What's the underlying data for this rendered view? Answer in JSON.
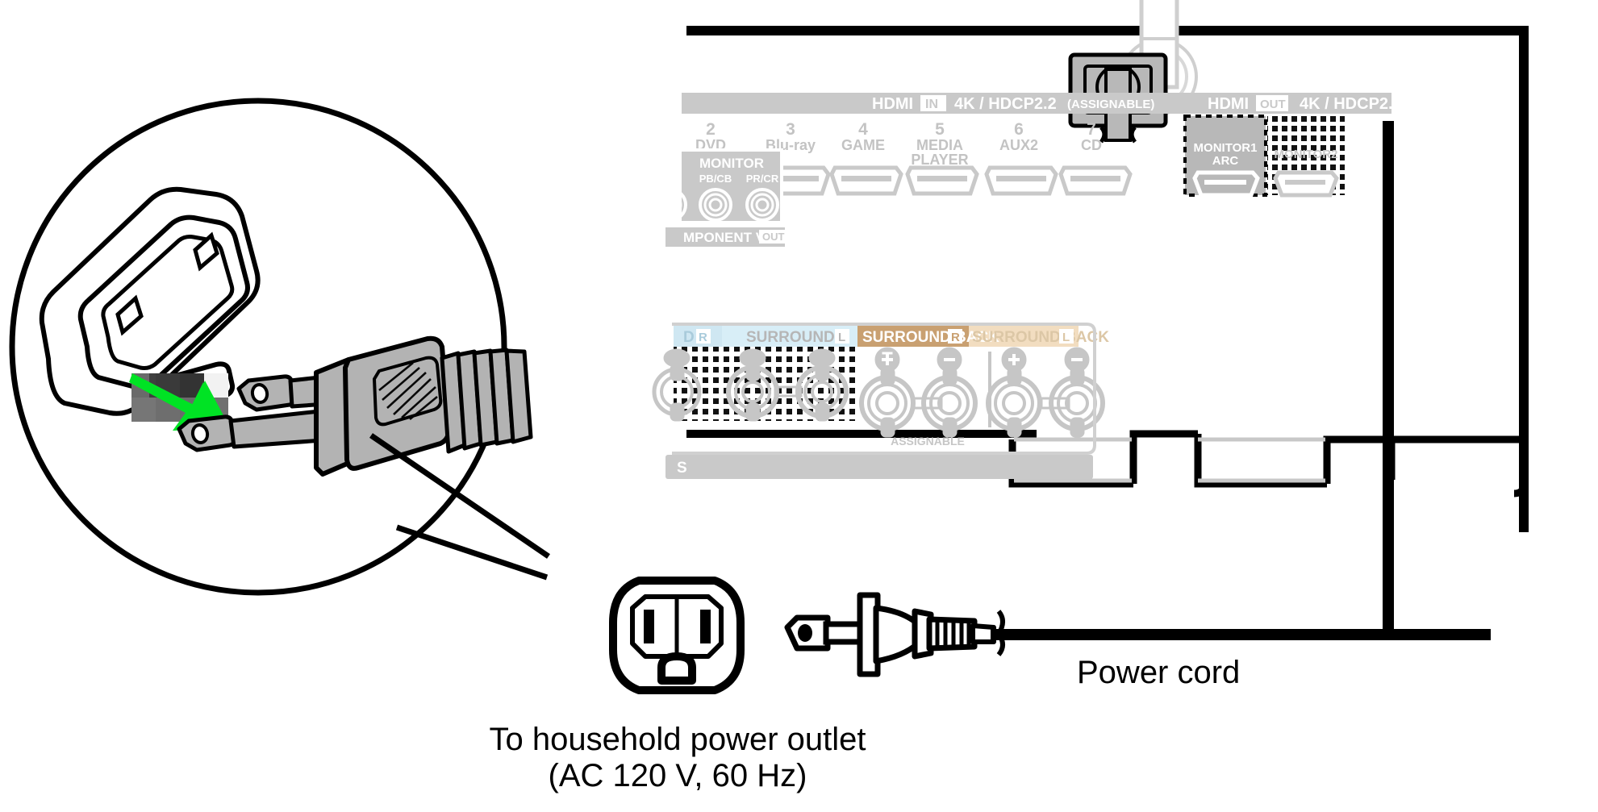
{
  "document": {
    "kind": "appliance-connection-diagram",
    "subject": "AV receiver rear panel power cord connection"
  },
  "captions": {
    "outlet_line1": "To household power outlet",
    "outlet_line2": "(AC 120 V, 60 Hz)",
    "power_cord": "Power cord"
  },
  "colors": {
    "panel_gray": "#c9c9c9",
    "label_gray": "#bdbdbd",
    "text_gray": "#c3c3c3",
    "white": "#ffffff",
    "black": "#000000",
    "plug_gray": "#b3b3b3",
    "arrow_green": "#00e324",
    "surround_blue": "#cfe7f2",
    "surround_back_tan": "#c9a071",
    "surround_back_light_tan": "#f2ddc0",
    "outline_gray": "#b0b0b0"
  },
  "rear_panel": {
    "hdmi_in": {
      "header": {
        "title": "HDMI",
        "badge": "IN",
        "spec": "4K / HDCP2.2",
        "note": "(ASSIGNABLE)"
      },
      "ports": [
        {
          "number": "2",
          "label": "DVD"
        },
        {
          "number": "3",
          "label": "Blu-ray"
        },
        {
          "number": "4",
          "label": "GAME"
        },
        {
          "number": "5",
          "label": "MEDIA PLAYER"
        },
        {
          "number": "6",
          "label": "AUX2"
        },
        {
          "number": "7",
          "label": "CD"
        }
      ]
    },
    "hdmi_out": {
      "header": {
        "title": "HDMI",
        "badge": "OUT",
        "spec": "4K / HDCP2.2"
      },
      "ports": [
        {
          "label": "MONITOR1 ARC",
          "style": "solid"
        },
        {
          "label": "MONITOR2",
          "style": "dotted"
        }
      ]
    },
    "component_video": {
      "group_label": "MONITOR",
      "jacks": [
        {
          "label": "PB/CB"
        },
        {
          "label": "PR/CR"
        }
      ],
      "footer": {
        "text": "MPONENT VIDEO",
        "badge": "OUT"
      }
    },
    "speakers": {
      "footer_label": "S",
      "assignable_note": "ASSIGNABLE",
      "groups": [
        {
          "label": "D",
          "channel": "R",
          "bg": "#cfe7f2",
          "fg": "#9fbfcf",
          "style": "dotted",
          "clipped": true
        },
        {
          "label": "SURROUND",
          "channel": "L",
          "bg": "#cfe7f2",
          "fg": "#b6b6b6",
          "style": "dotted"
        },
        {
          "label": "SURROUND BACK",
          "channel": "R",
          "bg": "#c9a071",
          "fg": "#ffffff",
          "style": "plain"
        },
        {
          "label": "SURROUND BACK",
          "channel": "L",
          "bg": "#f2ddc0",
          "fg": "#d8c3a2",
          "style": "plain"
        }
      ],
      "terminal_marks": {
        "positive": "+",
        "negative": "−"
      }
    },
    "ac_inlet": {
      "name": "ac-inlet-socket"
    },
    "antenna": {
      "name": "antenna-connector"
    }
  },
  "magnifier": {
    "shows": "plug inserted into wall outlet",
    "arrow": {
      "direction": "down-right",
      "color": "#00e324"
    },
    "outlet_icon": {
      "slots": 2,
      "has_ground": true
    }
  }
}
